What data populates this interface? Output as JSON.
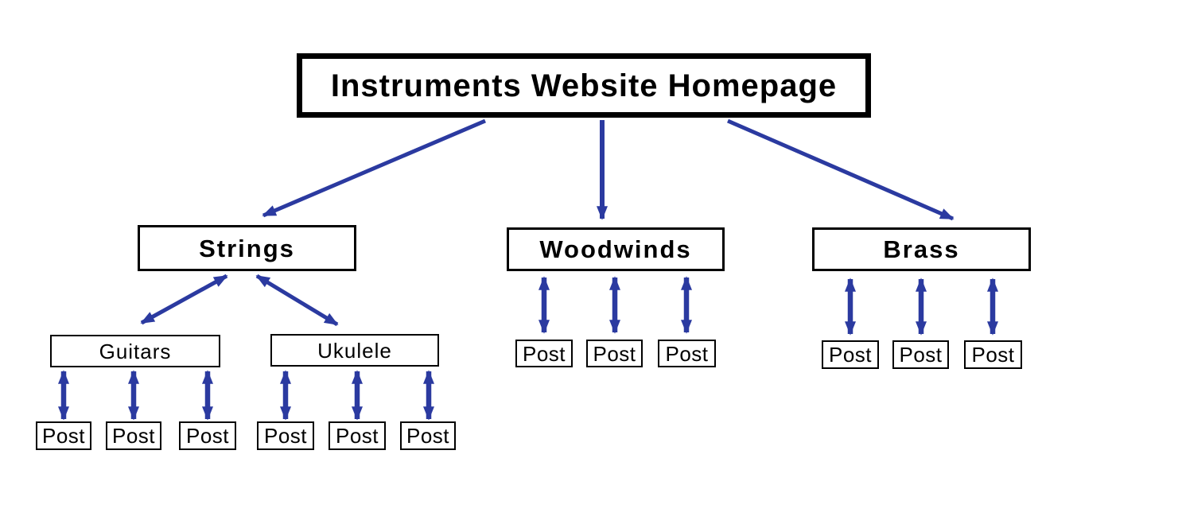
{
  "colors": {
    "arrow": "#2b3aa0",
    "border": "#000000",
    "canvas": "#ffffff"
  },
  "connections": {
    "root_to_categories": "one-way-down-arrow",
    "parent_to_children": "two-way-arrow"
  },
  "tree": {
    "root": {
      "label": "Instruments Website Homepage"
    },
    "children": [
      {
        "label": "Strings",
        "children": [
          {
            "label": "Guitars",
            "posts": [
              "Post",
              "Post",
              "Post"
            ]
          },
          {
            "label": "Ukulele",
            "posts": [
              "Post",
              "Post",
              "Post"
            ]
          }
        ]
      },
      {
        "label": "Woodwinds",
        "posts": [
          "Post",
          "Post",
          "Post"
        ]
      },
      {
        "label": "Brass",
        "posts": [
          "Post",
          "Post",
          "Post"
        ]
      }
    ]
  }
}
